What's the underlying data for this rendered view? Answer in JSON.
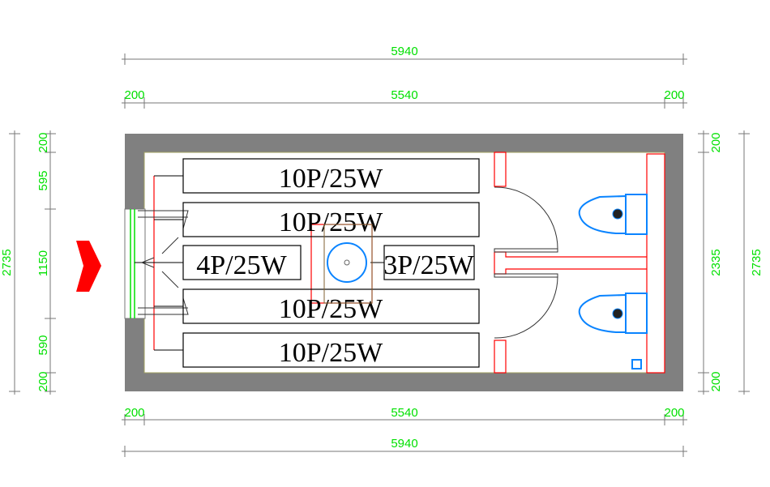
{
  "dimensions": {
    "top_total": "5940",
    "top_left": "200",
    "top_middle": "5540",
    "top_right": "200",
    "bottom_left": "200",
    "bottom_middle": "5540",
    "bottom_right": "200",
    "bottom_total": "5940",
    "left_total": "2735",
    "left_segments": [
      "200",
      "595",
      "1150",
      "590",
      "200"
    ],
    "right_segments": [
      "200",
      "2335",
      "200"
    ],
    "right_total": "2735"
  },
  "fixtures": {
    "light_1": "10P/25W",
    "light_2": "10P/25W",
    "light_3": "4P/25W",
    "light_4": "3P/25W",
    "light_5": "10P/25W",
    "light_6": "10P/25W"
  },
  "colors": {
    "wall": "#808080",
    "dimension": "#00e000",
    "wiring": "#ff0000",
    "sanitary": "#0a84ff"
  }
}
